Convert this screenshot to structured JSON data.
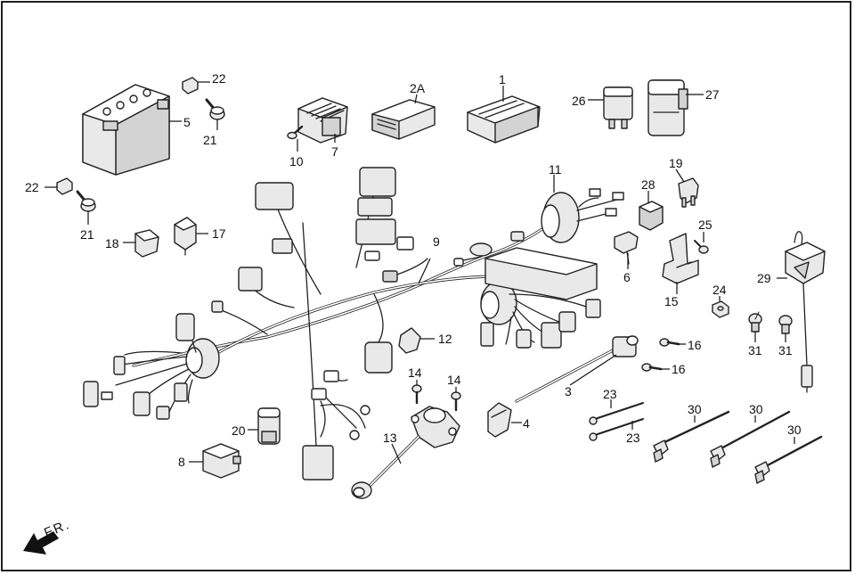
{
  "callouts": {
    "c1": "1",
    "c2a": "2A",
    "c3": "3",
    "c4": "4",
    "c5": "5",
    "c6": "6",
    "c7": "7",
    "c8": "8",
    "c9": "9",
    "c10": "10",
    "c11": "11",
    "c12": "12",
    "c13": "13",
    "c14a": "14",
    "c14b": "14",
    "c15": "15",
    "c16a": "16",
    "c16b": "16",
    "c17": "17",
    "c18": "18",
    "c19": "19",
    "c20": "20",
    "c21a": "21",
    "c21b": "21",
    "c22a": "22",
    "c22b": "22",
    "c23a": "23",
    "c23b": "23",
    "c24": "24",
    "c25": "25",
    "c26": "26",
    "c27": "27",
    "c28": "28",
    "c29": "29",
    "c30a": "30",
    "c30b": "30",
    "c30c": "30",
    "c31a": "31",
    "c31b": "31"
  },
  "direction_marker": {
    "text": "FR."
  }
}
